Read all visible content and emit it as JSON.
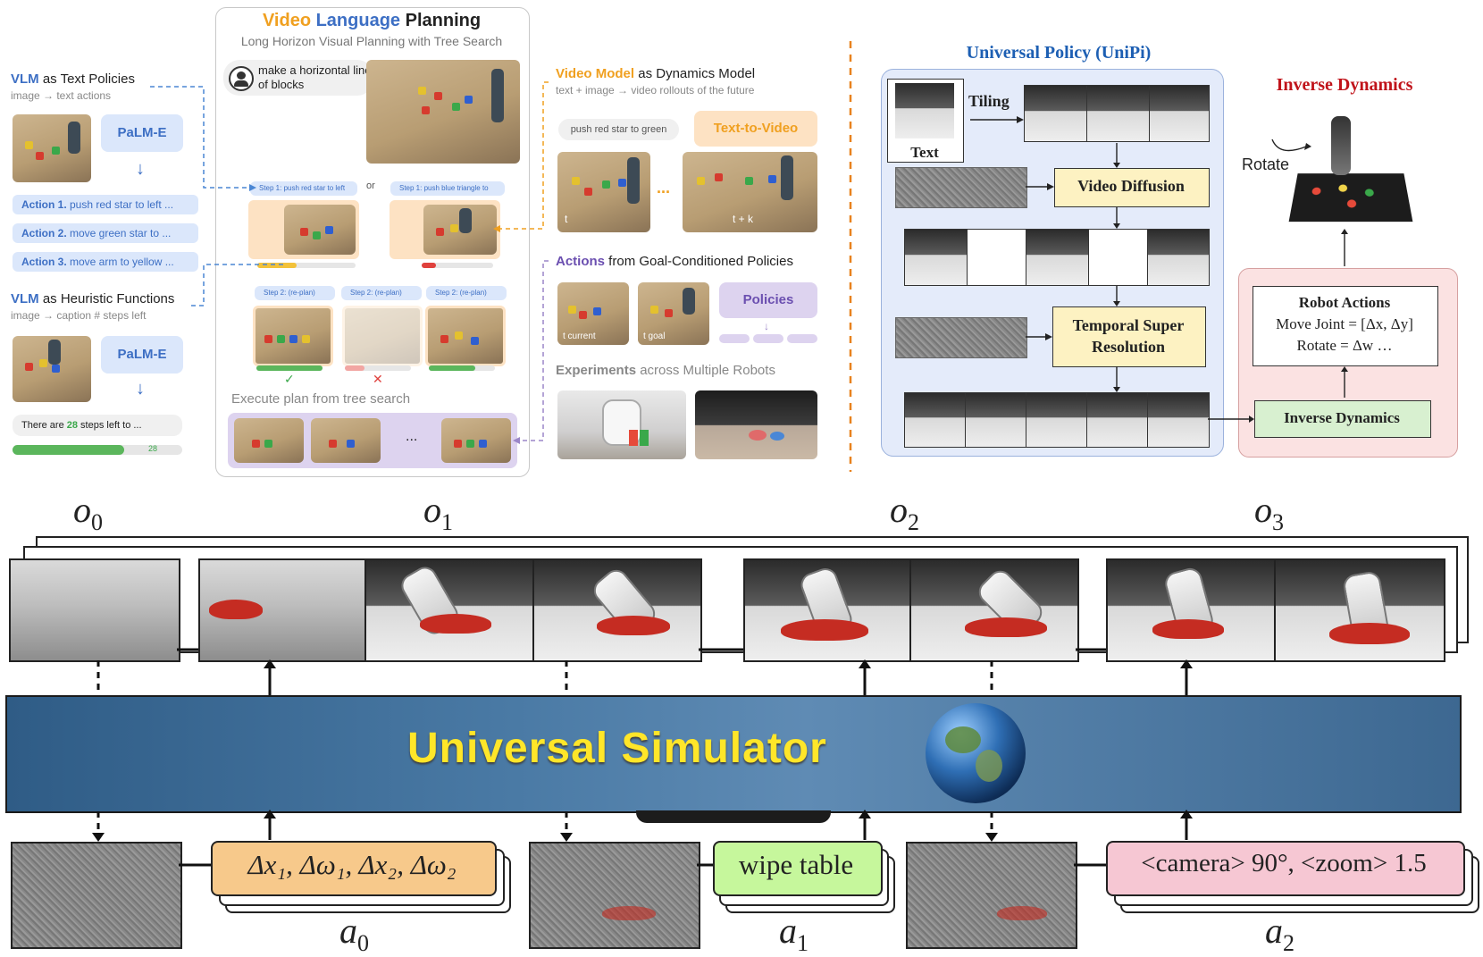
{
  "vlp": {
    "title_video": "Video",
    "title_language": "Language",
    "title_planning": "Planning",
    "subtitle": "Long Horizon Visual Planning with Tree Search",
    "prompt": "make a horizontal line of blocks",
    "or": "or",
    "step1_a": "Step 1: push red star to left ...",
    "step1_b": "Step 1: push blue triangle to ...",
    "step2_a": "Step 2: (re-plan)",
    "step2_b": "Step 2: (re-plan)",
    "step2_c": "Step 2: (re-plan)",
    "check": "✓",
    "cross": "✕",
    "execute": "Execute plan from tree search",
    "ellipsis": "..."
  },
  "left": {
    "vlm1": "VLM",
    "vlm1_rest": " as Text Policies",
    "vlm1_sub": "image → text actions",
    "palm1": "PaLM-E",
    "action1_label": "Action 1.",
    "action1_text": " push red star to left ...",
    "action2_label": "Action 2.",
    "action2_text": " move green star to ...",
    "action3_label": "Action 3.",
    "action3_text": " move arm to yellow ...",
    "vlm2": "VLM",
    "vlm2_rest": " as Heuristic Functions",
    "vlm2_sub": "image → caption # steps left",
    "palm2": "PaLM-E",
    "steps_pre": "There are ",
    "steps_num": "28",
    "steps_post": " steps left to ...",
    "bar_value": "28"
  },
  "middle": {
    "vm_a": "Video Model",
    "vm_b": " as Dynamics Model",
    "vm_sub": "text + image → video rollouts of the future",
    "prompt": "push red star to green",
    "t2v": "Text-to-Video",
    "t": "t",
    "tk": "t + k",
    "dots": "...",
    "actions_a": "Actions",
    "actions_b": " from Goal-Conditioned Policies",
    "t_current": "t current",
    "t_goal": "t goal",
    "policies": "Policies",
    "exp_a": "Experiments",
    "exp_b": " across Multiple Robots"
  },
  "unipi": {
    "title": "Universal Policy (UniPi)",
    "tiling": "Tiling",
    "text": "Text",
    "video_diffusion": "Video Diffusion",
    "tsr": "Temporal Super Resolution",
    "inverse_dynamics_title": "Inverse Dynamics",
    "rotate": "Rotate",
    "robot_actions": "Robot Actions",
    "move_joint": "Move Joint = [Δx, Δy]",
    "rotate_eq": "Rotate = Δw …",
    "inverse_dynamics_box": "Inverse Dynamics"
  },
  "sim": {
    "o0": "o",
    "o0s": "0",
    "o1": "o",
    "o1s": "1",
    "o2": "o",
    "o2s": "2",
    "o3": "o",
    "o3s": "3",
    "title": "Universal Simulator",
    "a0_text": "Δx₁, Δω₁, Δx₂, Δω₂",
    "a1_text": "wipe table",
    "a2_text": "<camera> 90°, <zoom> 1.5",
    "a0": "a",
    "a0s": "0",
    "a1": "a",
    "a1s": "1",
    "a2": "a",
    "a2s": "2"
  },
  "colors": {
    "vlp_video": "#f0a020",
    "vlp_language": "#3d6fc4",
    "accent_orange": "#e8821e",
    "unipi_blue": "#1d5fb3",
    "red_title": "#c0131a",
    "sim_band": "#3d6891",
    "a0_fill": "#f7c98b",
    "a1_fill": "#c6f79c",
    "a2_fill": "#f6c7d3"
  }
}
